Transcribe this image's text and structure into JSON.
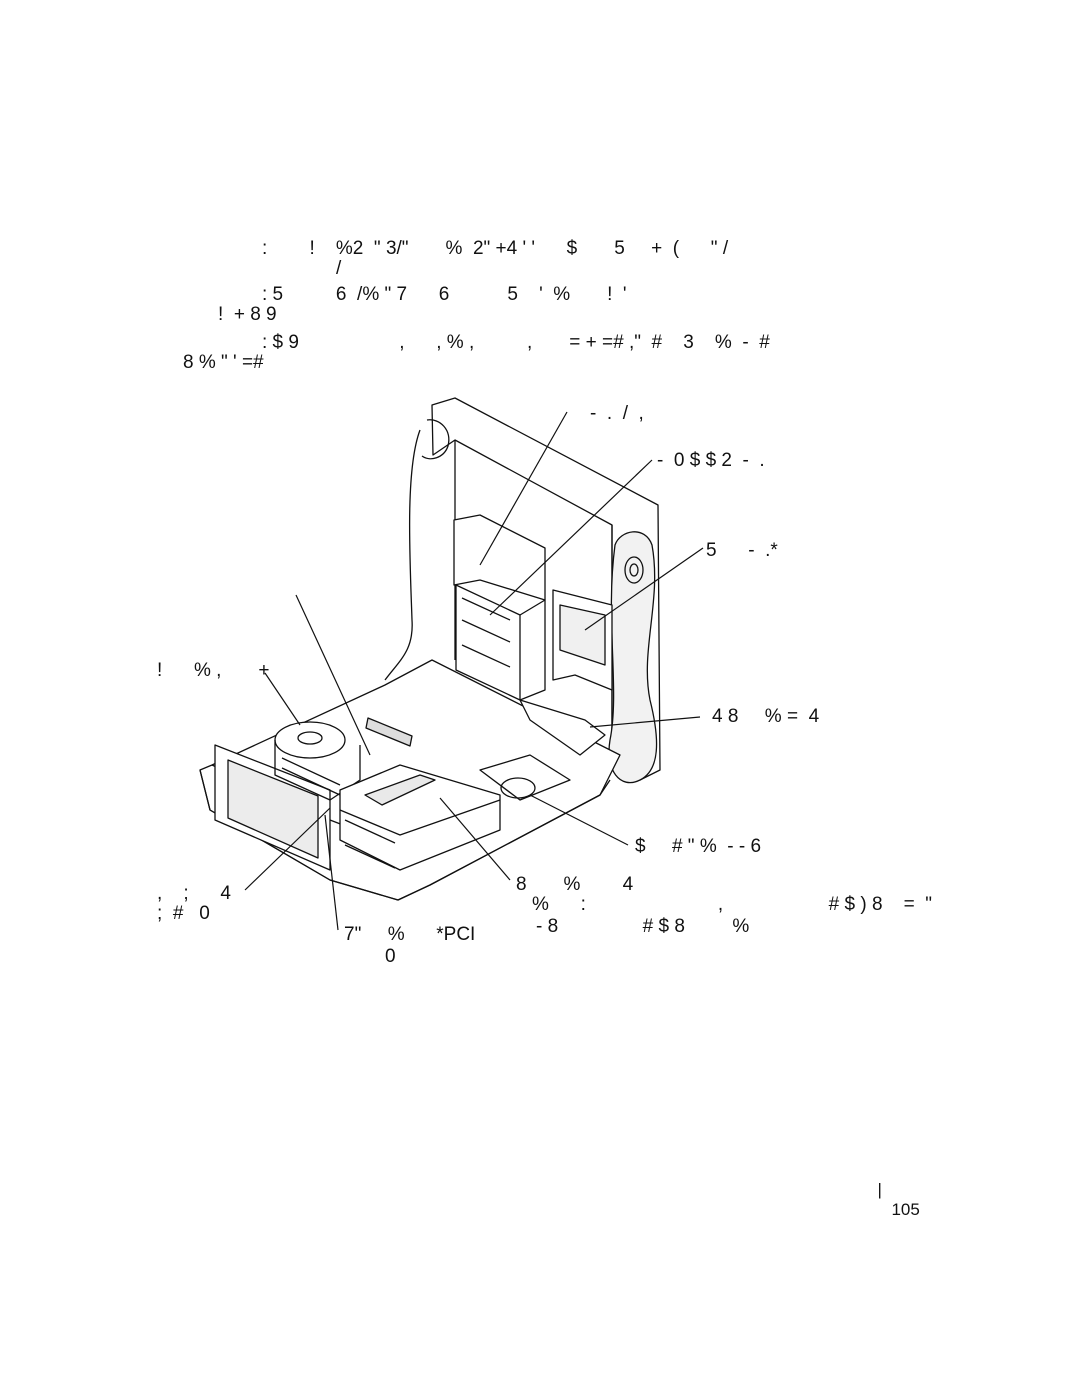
{
  "body_text": [
    ":        !    %2  \" 3/\"       %  2\" +4 ' '      $       5     +  (      \" /",
    "/",
    ": 5          6  /% \" 7      6           5    '  %       !  '",
    "!  + 8 9",
    ": $ 9                   ,      , % ,          ,       = + =# ,\"  #    3    %  -  #",
    "8 % \" ' =#"
  ],
  "callouts": {
    "top_drive": "-  .  /  ,",
    "second_drive": "-  0 $ $ 2  -  .",
    "right_bay": "5      -  .*",
    "right_latch": "4 8     % =  4",
    "speaker": "$     # \" %  - - 6",
    "card_cage_line1": "8       %        4",
    "card_cage_line2": "%      :                         ,                    # $ ) 8    =  \"",
    "card_cage_line3": "- 8                # $ 8         %",
    "pci_line1": "7\"     %      *PCI",
    "pci_line2": "0",
    "left_side_line1": ",    ;      4",
    "left_side_line2": ";  #   0",
    "fan": "!      % ,       +"
  },
  "footer": {
    "separator": "|",
    "page_number": "105"
  },
  "colors": {
    "ink": "#111111",
    "paper": "#ffffff",
    "shade": "#e9e9e9"
  }
}
